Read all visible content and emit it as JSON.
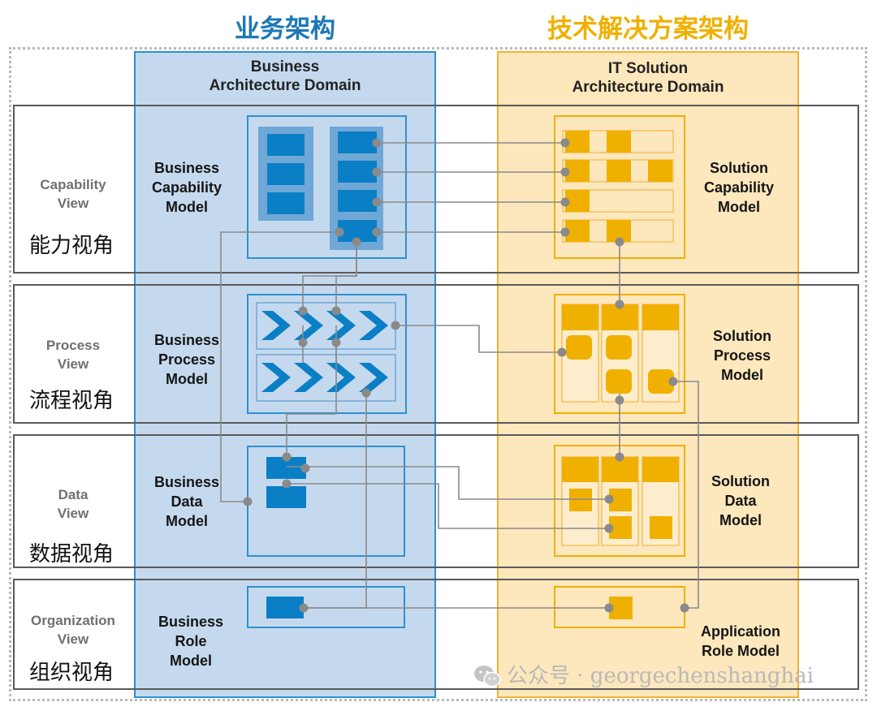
{
  "headings": {
    "business": "业务架构",
    "it": "技术解决方案架构"
  },
  "domains": {
    "business": [
      "Business",
      "Architecture Domain"
    ],
    "it": [
      "IT Solution",
      "Architecture Domain"
    ]
  },
  "views": [
    {
      "en": [
        "Capability",
        "View"
      ],
      "zh": "能力视角",
      "business_model": [
        "Business",
        "Capability",
        "Model"
      ],
      "it_model": [
        "Solution",
        "Capability",
        "Model"
      ]
    },
    {
      "en": [
        "Process",
        "View"
      ],
      "zh": "流程视角",
      "business_model": [
        "Business",
        "Process",
        "Model"
      ],
      "it_model": [
        "Solution",
        "Process",
        "Model"
      ]
    },
    {
      "en": [
        "Data",
        "View"
      ],
      "zh": "数据视角",
      "business_model": [
        "Business",
        "Data",
        "Model"
      ],
      "it_model": [
        "Solution",
        "Data",
        "Model"
      ]
    },
    {
      "en": [
        "Organization",
        "View"
      ],
      "zh": "组织视角",
      "business_model": [
        "Business",
        "Role",
        "Model"
      ],
      "it_model": [
        "Application",
        "Role Model"
      ]
    }
  ],
  "watermark": "公众号 · georgechenshanghai",
  "colors": {
    "business_accent": "#0a7fc6",
    "business_fill": "#c5d9ee",
    "it_accent": "#f0b000",
    "it_fill": "#fde7bd",
    "connector": "#8a8a8a"
  }
}
